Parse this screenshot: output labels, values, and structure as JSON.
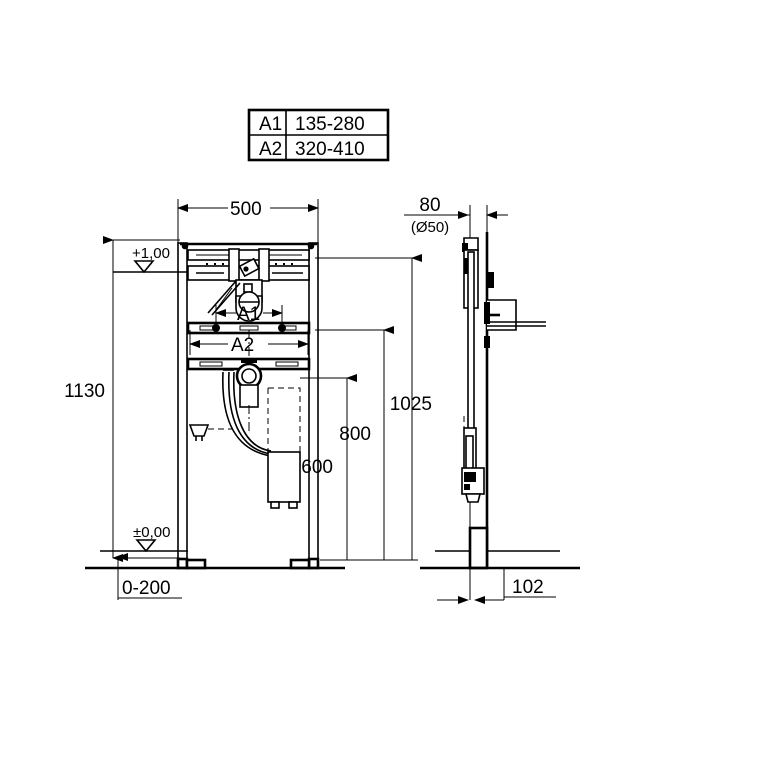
{
  "document": {
    "type": "technical-drawing",
    "title": "Installation frame dimension drawing",
    "line_color": "#000000",
    "background_color": "#ffffff",
    "units": "mm"
  },
  "reference_table": {
    "rows": [
      {
        "code": "A1",
        "range": "135-280"
      },
      {
        "code": "A2",
        "range": "320-410"
      }
    ]
  },
  "front_view": {
    "name": "front-elevation",
    "dimensions": {
      "width_overall": "500",
      "height_overall": "1130",
      "floor_clearance": "0-200"
    },
    "levels": {
      "upper": "+1,00",
      "datum": "±0,00"
    },
    "adjustable_marks": {
      "a1": "A1",
      "a2": "A2"
    },
    "height_stack": [
      "600",
      "800",
      "1025"
    ]
  },
  "side_view": {
    "name": "side-elevation",
    "dimensions": {
      "outlet_spacing": "80",
      "outlet_diameter": "(Ø50)",
      "depth": "102"
    }
  }
}
